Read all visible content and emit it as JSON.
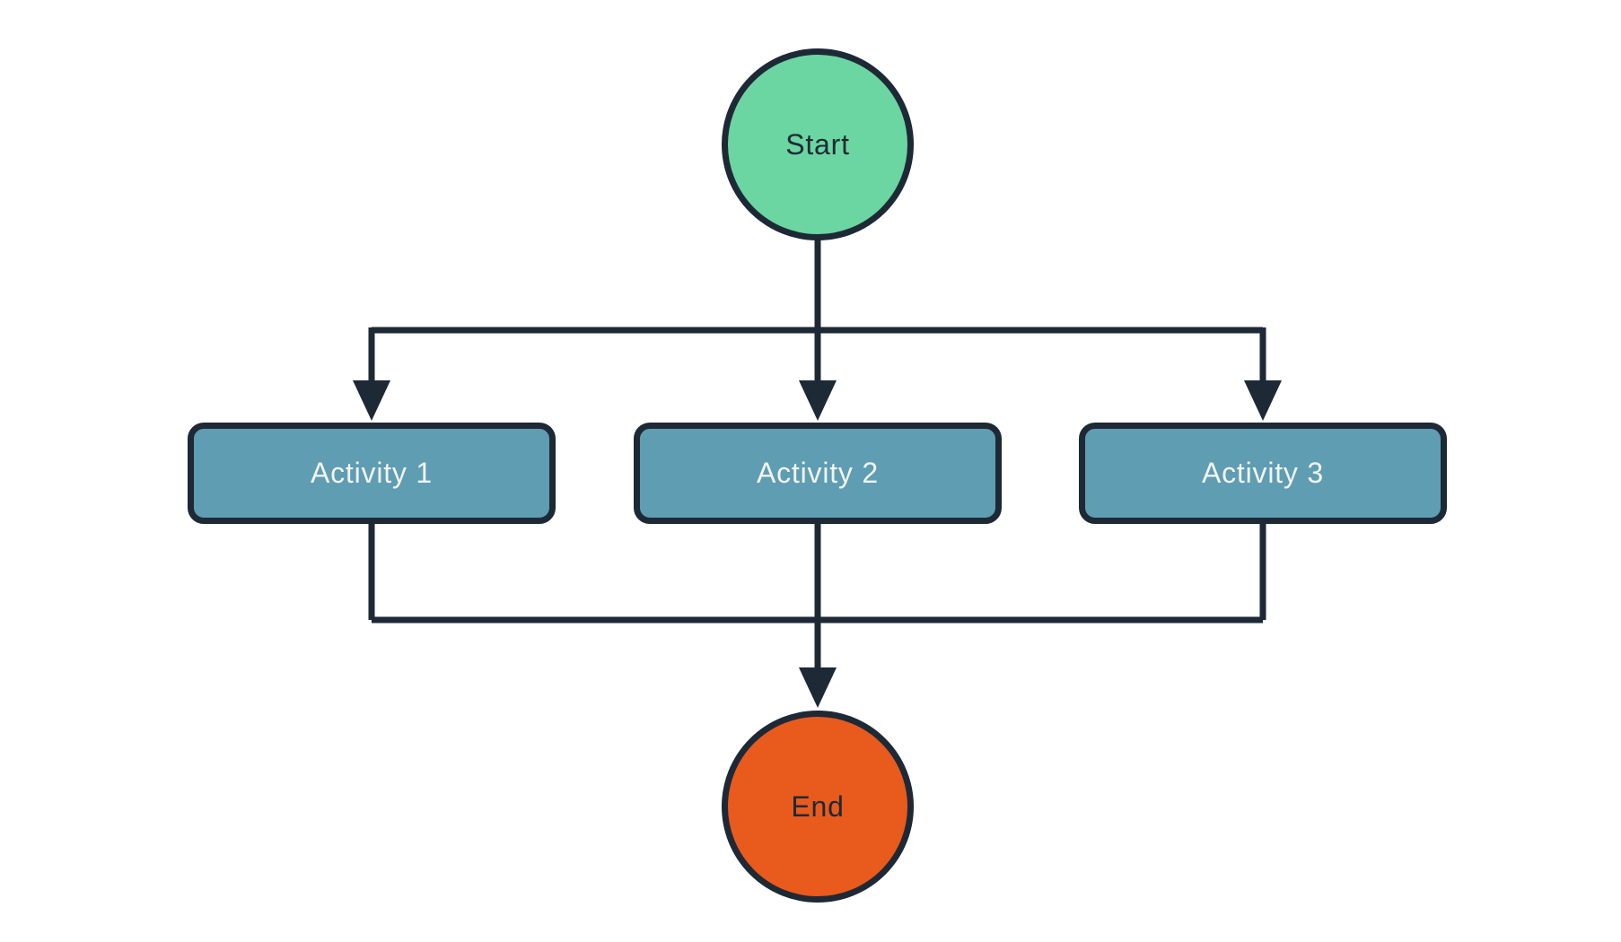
{
  "diagram": {
    "type": "flowchart",
    "background": "#FFFFFF",
    "colors": {
      "line": "#1E2936",
      "start_fill": "#6BD6A1",
      "end_fill": "#E95A1D",
      "activity_fill": "#5F9DB3",
      "activity_text": "#F2F4F0",
      "terminal_text": "#1E2936"
    },
    "nodes": {
      "start": {
        "label": "Start",
        "shape": "circle"
      },
      "activity1": {
        "label": "Activity 1",
        "shape": "rounded-rect"
      },
      "activity2": {
        "label": "Activity 2",
        "shape": "rounded-rect"
      },
      "activity3": {
        "label": "Activity 3",
        "shape": "rounded-rect"
      },
      "end": {
        "label": "End",
        "shape": "circle"
      }
    },
    "edges": [
      {
        "from": "Start",
        "to": "Activity 1"
      },
      {
        "from": "Start",
        "to": "Activity 2"
      },
      {
        "from": "Start",
        "to": "Activity 3"
      },
      {
        "from": "Activity 1",
        "to": "End"
      },
      {
        "from": "Activity 2",
        "to": "End"
      },
      {
        "from": "Activity 3",
        "to": "End"
      }
    ]
  }
}
